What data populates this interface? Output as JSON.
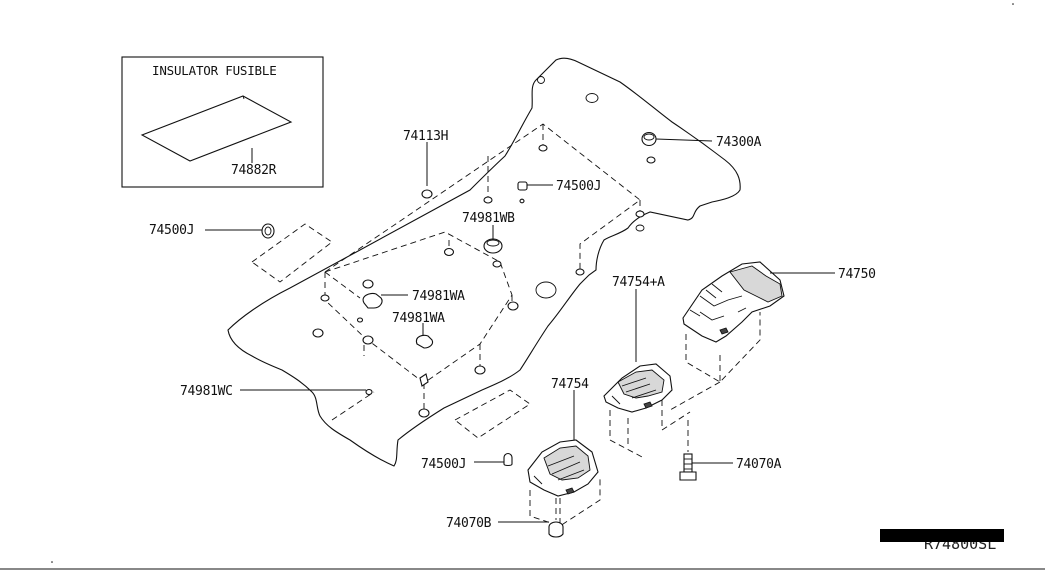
{
  "inset": {
    "title": "INSULATOR FUSIBLE",
    "part_label": "74882R"
  },
  "callouts": {
    "p74113H": "74113H",
    "p74300A": "74300A",
    "p74500J_top": "74500J",
    "p74500J_left": "74500J",
    "p74500J_bottom": "74500J",
    "p74981WB": "74981WB",
    "p74981WA_1": "74981WA",
    "p74981WA_2": "74981WA",
    "p74981WC": "74981WC",
    "p74754A": "74754+A",
    "p74754": "74754",
    "p74750": "74750",
    "p74070A": "74070A",
    "p74070B": "74070B"
  },
  "diagram_code": "R74800SL",
  "colors": {
    "line": "#111111",
    "background": "#ffffff",
    "code_bar": "#000000"
  }
}
